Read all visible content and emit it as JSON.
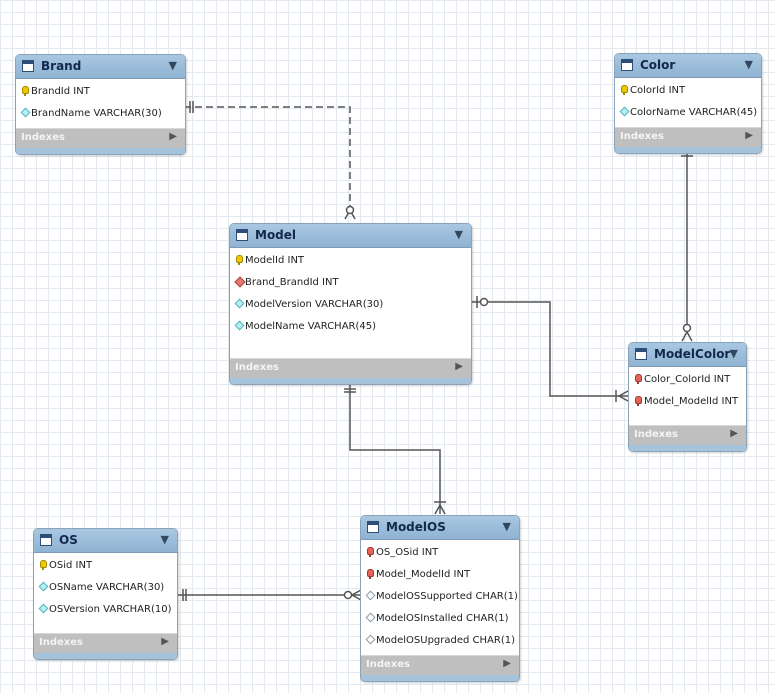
{
  "diagram": {
    "indexes_label": "Indexes",
    "tables": [
      {
        "name": "Brand",
        "columns": [
          {
            "name": "BrandId INT",
            "kind": "pk"
          },
          {
            "name": "BrandName VARCHAR(30)",
            "kind": "attr"
          }
        ]
      },
      {
        "name": "Color",
        "columns": [
          {
            "name": "ColorId INT",
            "kind": "pk"
          },
          {
            "name": "ColorName VARCHAR(45)",
            "kind": "attr"
          }
        ]
      },
      {
        "name": "Model",
        "columns": [
          {
            "name": "ModelId INT",
            "kind": "pk"
          },
          {
            "name": "Brand_BrandId INT",
            "kind": "fk"
          },
          {
            "name": "ModelVersion VARCHAR(30)",
            "kind": "attr"
          },
          {
            "name": "ModelName VARCHAR(45)",
            "kind": "attr"
          }
        ]
      },
      {
        "name": "ModelColor",
        "columns": [
          {
            "name": "Color_ColorId INT",
            "kind": "pkfk"
          },
          {
            "name": "Model_ModelId INT",
            "kind": "pkfk"
          }
        ]
      },
      {
        "name": "OS",
        "columns": [
          {
            "name": "OSid INT",
            "kind": "pk"
          },
          {
            "name": "OSName VARCHAR(30)",
            "kind": "attr"
          },
          {
            "name": "OSVersion VARCHAR(10)",
            "kind": "attr"
          }
        ]
      },
      {
        "name": "ModelOS",
        "columns": [
          {
            "name": "OS_OSid INT",
            "kind": "pkfk"
          },
          {
            "name": "Model_ModelId INT",
            "kind": "pkfk"
          },
          {
            "name": "ModelOSSupported CHAR(1)",
            "kind": "attr-open"
          },
          {
            "name": "ModelOSInstalled CHAR(1)",
            "kind": "attr-open"
          },
          {
            "name": "ModelOSUpgraded CHAR(1)",
            "kind": "attr-open"
          }
        ]
      }
    ],
    "relationships": [
      {
        "from": "Brand",
        "to": "Model",
        "style": "dashed",
        "from_end": "one-and-only-one",
        "to_end": "zero-or-many"
      },
      {
        "from": "Color",
        "to": "ModelColor",
        "style": "solid",
        "from_end": "one-and-only-one",
        "to_end": "zero-or-many"
      },
      {
        "from": "Model",
        "to": "ModelColor",
        "style": "solid",
        "from_end": "zero-or-one",
        "to_end": "one-or-many"
      },
      {
        "from": "Model",
        "to": "ModelOS",
        "style": "solid",
        "from_end": "one-and-only-one",
        "to_end": "one-or-many"
      },
      {
        "from": "OS",
        "to": "ModelOS",
        "style": "solid",
        "from_end": "one-and-only-one",
        "to_end": "zero-or-many"
      }
    ],
    "colors": {
      "header": "#98bad8",
      "indexes_bar": "#bfbfbf",
      "connector": "#555555",
      "primary_key": "#f0c800",
      "foreign_key": "#e07a72",
      "attribute": "#b8eef0"
    }
  }
}
